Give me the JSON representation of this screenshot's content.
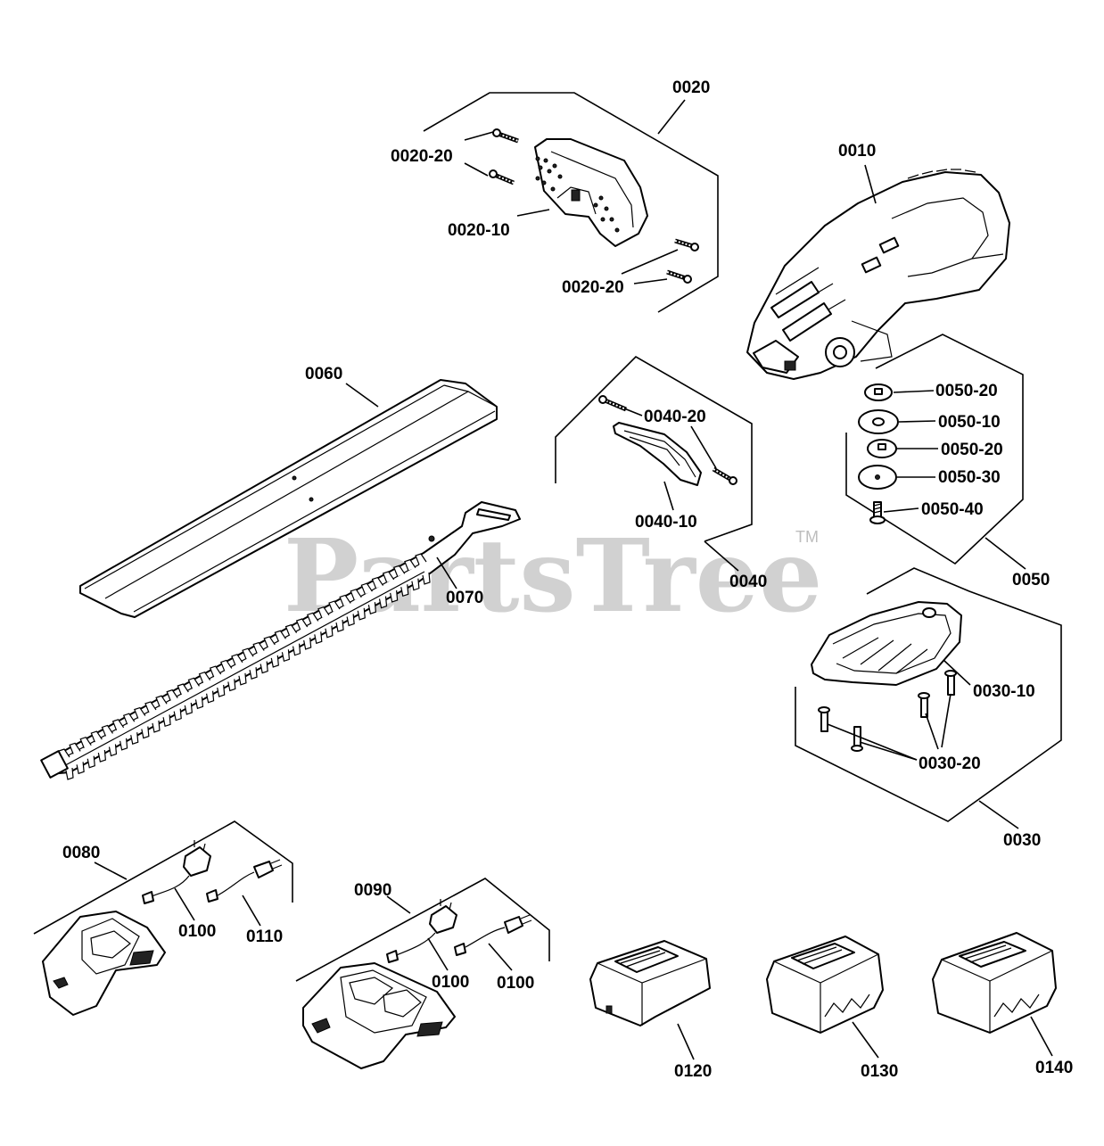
{
  "watermark": {
    "text": "PartsTree",
    "tm": "TM"
  },
  "labels": {
    "p0010": "0010",
    "p0020": "0020",
    "p0020_10": "0020-10",
    "p0020_20a": "0020-20",
    "p0020_20b": "0020-20",
    "p0030": "0030",
    "p0030_10": "0030-10",
    "p0030_20": "0030-20",
    "p0040": "0040",
    "p0040_10": "0040-10",
    "p0040_20": "0040-20",
    "p0050": "0050",
    "p0050_20a": "0050-20",
    "p0050_10": "0050-10",
    "p0050_20b": "0050-20",
    "p0050_30": "0050-30",
    "p0050_40": "0050-40",
    "p0060": "0060",
    "p0070": "0070",
    "p0080": "0080",
    "p0090": "0090",
    "p0100a": "0100",
    "p0100b": "0100",
    "p0100c": "0100",
    "p0110": "0110",
    "p0120": "0120",
    "p0130": "0130",
    "p0140": "0140"
  }
}
